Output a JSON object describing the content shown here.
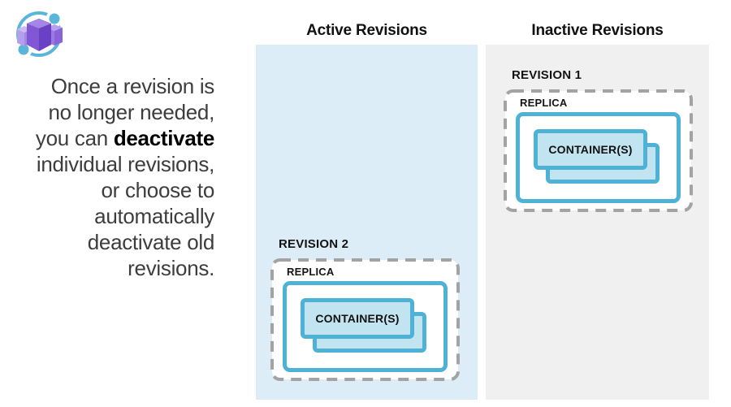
{
  "intro": {
    "line1": "Once a revision is",
    "line2": "no longer needed,",
    "line3_prefix": "you can ",
    "line3_bold": "deactivate",
    "line4": "individual revisions,",
    "line5": "or choose to",
    "line6": "automatically",
    "line7": "deactivate old",
    "line8": "revisions."
  },
  "columns": {
    "active": {
      "title": "Active Revisions",
      "panel_color": "#dcedf7"
    },
    "inactive": {
      "title": "Inactive Revisions",
      "panel_color": "#f0f0f1"
    }
  },
  "revisions": {
    "revision1": {
      "label": "REVISION 1",
      "replica_label": "REPLICA",
      "container_label": "CONTAINER(S)",
      "column": "inactive"
    },
    "revision2": {
      "label": "REVISION 2",
      "replica_label": "REPLICA",
      "container_label": "CONTAINER(S)",
      "column": "active"
    }
  },
  "icons": {
    "logo": "container-apps-icon"
  },
  "colors": {
    "container_border": "#4db2d6",
    "container_fill": "#c2e4f1",
    "replica_fill": "#ffffff",
    "dashed_border": "#a3a3a3",
    "active_panel": "#dcedf7",
    "inactive_panel": "#f0f0f1",
    "logo_blue": "#59b5da",
    "logo_purple": "#7e57d8",
    "text_dark": "#3d3d3d"
  }
}
